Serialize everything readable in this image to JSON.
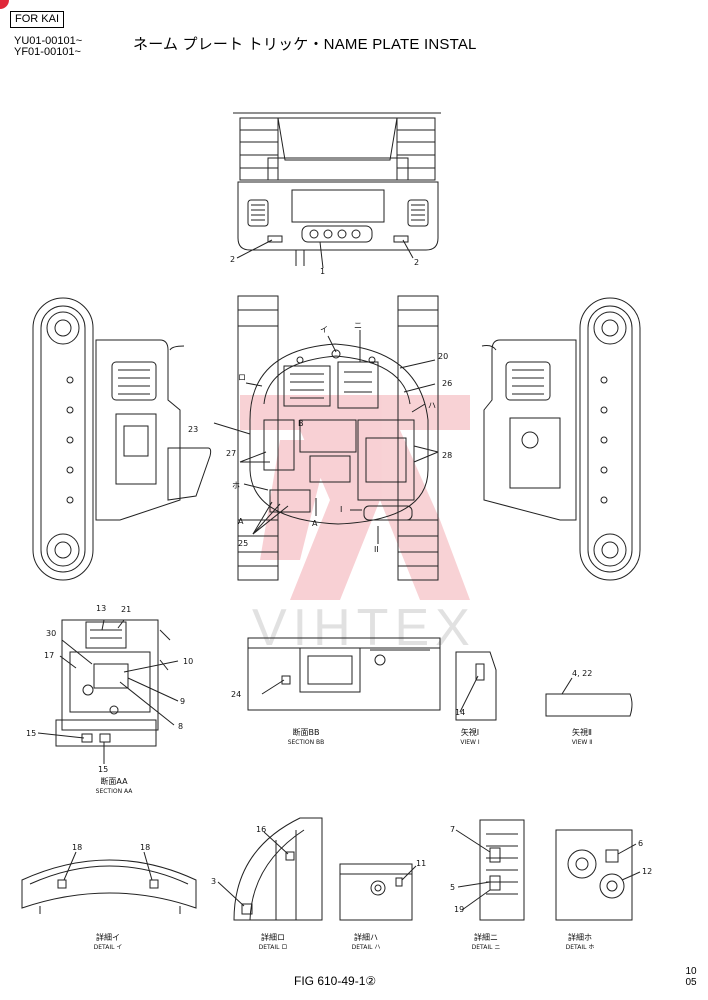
{
  "header": {
    "badge": "FOR KAI",
    "serial_1": "YU01-00101~",
    "serial_2": "YF01-00101~",
    "title": "ネーム プレート トリッケ・NAME PLATE INSTAL"
  },
  "footer": {
    "figure": "FIG 610-49-1②",
    "page_top": "10",
    "page_bottom": "05"
  },
  "watermark": "VIHTEX",
  "colors": {
    "line": "#222222",
    "watermark": "#e03040",
    "badge_corner": "#e0283a"
  },
  "callouts": {
    "c1": "1",
    "c2a": "2",
    "c2b": "2",
    "c23": "23",
    "c20": "20",
    "c26": "26",
    "c27": "27",
    "c28": "28",
    "c25": "25",
    "ci": "イ",
    "cni": "ニ",
    "cro": "ロ",
    "cha": "ハ",
    "cho": "ホ",
    "cB": "B",
    "cA1": "A",
    "cA2": "A",
    "cI": "I",
    "cII": "II",
    "c13": "13",
    "c21": "21",
    "c30": "30",
    "c17": "17",
    "c10": "10",
    "c9": "9",
    "c8": "8",
    "c15a": "15",
    "c15b": "15",
    "c24": "24",
    "c14": "14",
    "c4_22": "4, 22",
    "c18a": "18",
    "c18b": "18",
    "c16": "16",
    "c3": "3",
    "c11": "11",
    "c7": "7",
    "c5": "5",
    "c19": "19",
    "c6": "6",
    "c12": "12"
  },
  "captions": {
    "section_aa_jp": "断面AA",
    "section_aa_en": "SECTION AA",
    "section_bb_jp": "断面BB",
    "section_bb_en": "SECTION BB",
    "view1_jp": "矢視Ⅰ",
    "view1_en": "VIEW Ⅰ",
    "view2_jp": "矢視Ⅱ",
    "view2_en": "VIEW Ⅱ",
    "detail_i_jp": "詳細イ",
    "detail_i_en": "DETAIL イ",
    "detail_ro_jp": "詳細ロ",
    "detail_ro_en": "DETAIL ロ",
    "detail_ha_jp": "詳細ハ",
    "detail_ha_en": "DETAIL ハ",
    "detail_ni_jp": "詳細ニ",
    "detail_ni_en": "DETAIL ニ",
    "detail_ho_jp": "詳細ホ",
    "detail_ho_en": "DETAIL ホ"
  }
}
